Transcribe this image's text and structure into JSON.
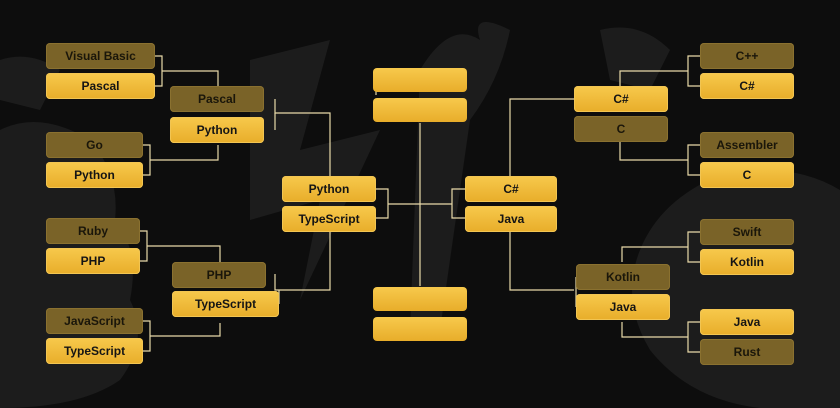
{
  "bracket": {
    "left_round1": [
      {
        "label": "Visual Basic",
        "state": "lose"
      },
      {
        "label": "Pascal",
        "state": "win"
      },
      {
        "label": "Go",
        "state": "lose"
      },
      {
        "label": "Python",
        "state": "win"
      },
      {
        "label": "Ruby",
        "state": "lose"
      },
      {
        "label": "PHP",
        "state": "win"
      },
      {
        "label": "JavaScript",
        "state": "lose"
      },
      {
        "label": "TypeScript",
        "state": "win"
      }
    ],
    "left_round2": [
      {
        "label": "Pascal",
        "state": "lose"
      },
      {
        "label": "Python",
        "state": "win"
      },
      {
        "label": "PHP",
        "state": "lose"
      },
      {
        "label": "TypeScript",
        "state": "win"
      }
    ],
    "left_semi": [
      {
        "label": "Python",
        "state": "win"
      },
      {
        "label": "TypeScript",
        "state": "win"
      }
    ],
    "right_round1": [
      {
        "label": "C++",
        "state": "lose"
      },
      {
        "label": "C#",
        "state": "win"
      },
      {
        "label": "Assembler",
        "state": "lose"
      },
      {
        "label": "C",
        "state": "win"
      },
      {
        "label": "Swift",
        "state": "lose"
      },
      {
        "label": "Kotlin",
        "state": "win"
      },
      {
        "label": "Java",
        "state": "win"
      },
      {
        "label": "Rust",
        "state": "lose"
      }
    ],
    "right_round2": [
      {
        "label": "C#",
        "state": "win"
      },
      {
        "label": "C",
        "state": "lose"
      },
      {
        "label": "Kotlin",
        "state": "lose"
      },
      {
        "label": "Java",
        "state": "win"
      }
    ],
    "right_semi": [
      {
        "label": "C#",
        "state": "win"
      },
      {
        "label": "Java",
        "state": "win"
      }
    ],
    "final_top": [
      "",
      ""
    ],
    "final_bottom": [
      "",
      ""
    ]
  },
  "colors": {
    "winner_slot": "#f2bf3f",
    "loser_slot": "#7a6328",
    "connector_line": "#e8d9a8",
    "background": "#0d0d0d"
  }
}
